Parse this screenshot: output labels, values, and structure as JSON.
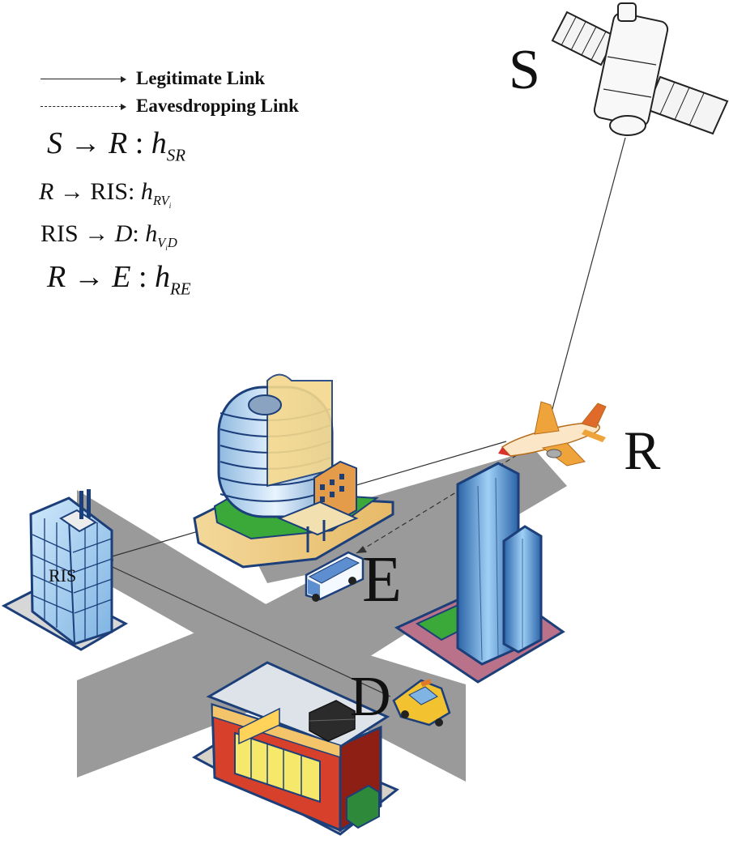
{
  "legend": {
    "legitimate_link": "Legitimate Link",
    "eavesdropping_link": "Eavesdropping Link"
  },
  "channels": [
    {
      "from": "S",
      "to": "R",
      "symbol": "h",
      "subscript": "SR"
    },
    {
      "from": "R",
      "to": "RIS",
      "symbol": "h",
      "subscript": "RV",
      "subscript_index": "i"
    },
    {
      "from": "RIS",
      "to": "D",
      "symbol": "h",
      "subscript": "V",
      "subscript_index": "i",
      "subscript_tail": "D"
    },
    {
      "from": "R",
      "to": "E",
      "symbol": "h",
      "subscript": "RE"
    }
  ],
  "nodes": {
    "satellite": "S",
    "relay": "R",
    "ris": "RIS",
    "eavesdropper": "E",
    "destination": "D"
  },
  "arrow_symbol": "→",
  "colon": ":",
  "colors": {
    "road": "#9a9a9a",
    "building_blue": "#6aa3d8",
    "building_dark_blue": "#1c3f7a",
    "grass": "#3aa93a",
    "plane_orange": "#e8a23a",
    "store_red": "#c8321e",
    "taxi_yellow": "#f2c230"
  }
}
